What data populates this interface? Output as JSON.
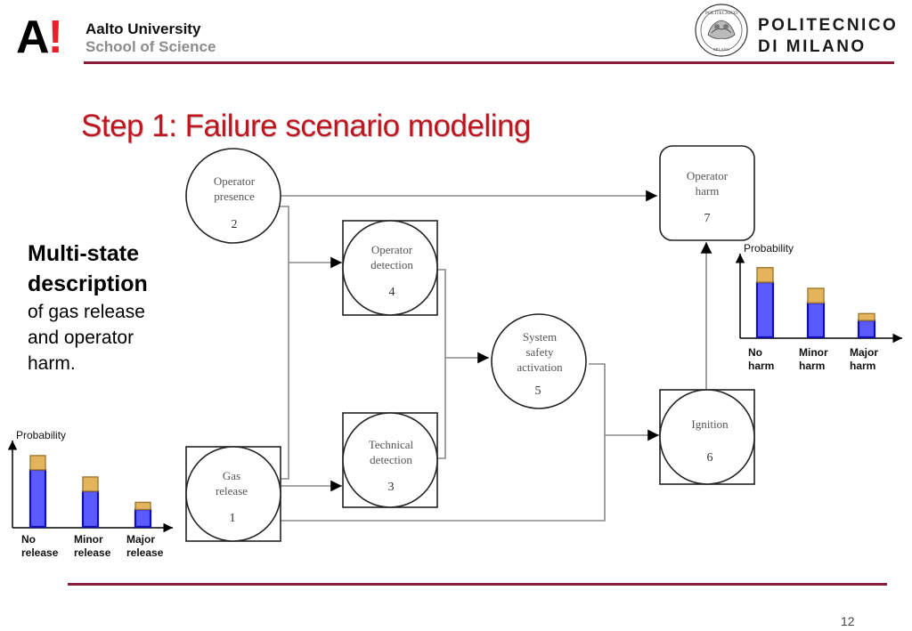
{
  "header": {
    "aalto_logo_mark": "A",
    "aalto_logo_exclaim": "!",
    "aalto_name": "Aalto University",
    "aalto_school": "School of Science",
    "polimi_seal_text_top": "POLITECNICO",
    "polimi_seal_text_bottom": "MILANO",
    "polimi_line1": "POLITECNICO",
    "polimi_line2": "DI MILANO",
    "accent_color": "#8c1d3a"
  },
  "slide": {
    "title": "Step 1: Failure scenario modeling",
    "title_color": "#c0141e",
    "side_heading_line1": "Multi-state",
    "side_heading_line2": "description",
    "side_text": "of gas release and operator harm.",
    "page_number": "12"
  },
  "diagram": {
    "nodes": [
      {
        "id": "2",
        "line1": "Operator",
        "line2": "presence",
        "number": "2",
        "shape": "circle"
      },
      {
        "id": "4",
        "line1": "Operator",
        "line2": "detection",
        "number": "4",
        "shape": "circle-in-square"
      },
      {
        "id": "7",
        "line1": "Operator",
        "line2": "harm",
        "number": "7",
        "shape": "rounded-square"
      },
      {
        "id": "5",
        "line1": "System",
        "line2": "safety",
        "line3": "activation",
        "number": "5",
        "shape": "circle"
      },
      {
        "id": "3",
        "line1": "Technical",
        "line2": "detection",
        "number": "3",
        "shape": "circle-in-square"
      },
      {
        "id": "1",
        "line1": "Gas",
        "line2": "release",
        "number": "1",
        "shape": "circle-in-square"
      },
      {
        "id": "6",
        "line1": "Ignition",
        "number": "6",
        "shape": "circle-in-square"
      }
    ],
    "edges": [
      {
        "from": "2",
        "to": "7"
      },
      {
        "from": "2",
        "to": "4"
      },
      {
        "from": "1",
        "to": "4"
      },
      {
        "from": "1",
        "to": "3"
      },
      {
        "from": "4",
        "to": "5"
      },
      {
        "from": "3",
        "to": "5"
      },
      {
        "from": "5",
        "to": "6"
      },
      {
        "from": "1",
        "to": "6"
      },
      {
        "from": "6",
        "to": "7"
      }
    ]
  },
  "chart_data": [
    {
      "type": "bar",
      "title": "",
      "ylabel": "Probability",
      "xlabel": "",
      "categories": [
        "No release",
        "Minor release",
        "Major release"
      ],
      "category_lines": [
        [
          "No",
          "release"
        ],
        [
          "Minor",
          "release"
        ],
        [
          "Major",
          "release"
        ]
      ],
      "series": [
        {
          "name": "base",
          "color": "#5a5aff",
          "values": [
            0.72,
            0.45,
            0.22
          ]
        },
        {
          "name": "uncertainty",
          "color": "#e3b45c",
          "values": [
            0.18,
            0.18,
            0.09
          ]
        }
      ],
      "ylim": [
        0,
        1
      ],
      "stacked": true,
      "grid": false,
      "legend": "none"
    },
    {
      "type": "bar",
      "title": "",
      "ylabel": "Probability",
      "xlabel": "",
      "categories": [
        "No harm",
        "Minor harm",
        "Major harm"
      ],
      "category_lines": [
        [
          "No",
          "harm"
        ],
        [
          "Minor",
          "harm"
        ],
        [
          "Major",
          "harm"
        ]
      ],
      "series": [
        {
          "name": "base",
          "color": "#5a5aff",
          "values": [
            0.72,
            0.45,
            0.22
          ]
        },
        {
          "name": "uncertainty",
          "color": "#e3b45c",
          "values": [
            0.19,
            0.19,
            0.09
          ]
        }
      ],
      "ylim": [
        0,
        1
      ],
      "stacked": true,
      "grid": false,
      "legend": "none"
    }
  ]
}
